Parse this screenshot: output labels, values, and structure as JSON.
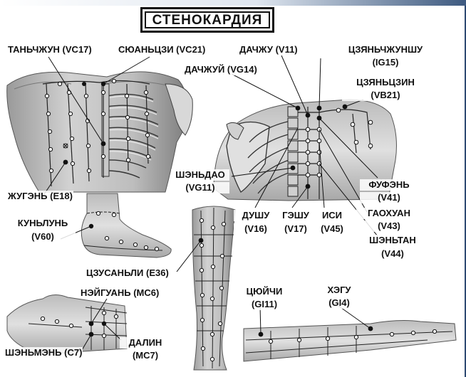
{
  "title": "СТЕНОКАРДИЯ",
  "labels": {
    "tanchzhun": "ТАНЬЧЖУН (VC17)",
    "syuanczi": "СЮАНЬЦЗИ (VC21)",
    "dachzhu": "ДАЧЖУ (V11)",
    "czyanchzhunshu_1": "ЦЗЯНЬЧЖУНШУ",
    "czyanchzhunshu_2": "(IG15)",
    "dachzhuy": "ДАЧЖУЙ (VG14)",
    "czyanczin_1": "ЦЗЯНЬЦЗИН",
    "czyanczin_2": "(VB21)",
    "shendao_1": "ШЭНЬДАО",
    "shendao_2": "(VG11)",
    "zhugen": "ЖУГЭНЬ (E18)",
    "funfen_1": "ФУФЭНЬ",
    "funfen_2": "(V41)",
    "dushu_1": "ДУШУ",
    "dushu_2": "(V16)",
    "geshu_1": "ГЭШУ",
    "geshu_2": "(V17)",
    "isi_1": "ИСИ",
    "isi_2": "(V45)",
    "gaohuan_1": "ГАОХУАН",
    "gaohuan_2": "(V43)",
    "shentan_1": "ШЭНЬТАН",
    "shentan_2": "(V44)",
    "kunlun_1": "КУНЬЛУНЬ",
    "kunlun_2": "(V60)",
    "czusanli": "ЦЗУСАНЬЛИ (E36)",
    "neyguan": "НЭЙГУАНЬ (МС6)",
    "czyuychi_1": "ЦЮЙЧИ",
    "czyuychi_2": "(GI11)",
    "hegu_1": "ХЭГУ",
    "hegu_2": "(GI4)",
    "dalin_1": "ДАЛИН",
    "dalin_2": "(МС7)",
    "shenmen": "ШЭНЬМЭНЬ (С7)"
  }
}
